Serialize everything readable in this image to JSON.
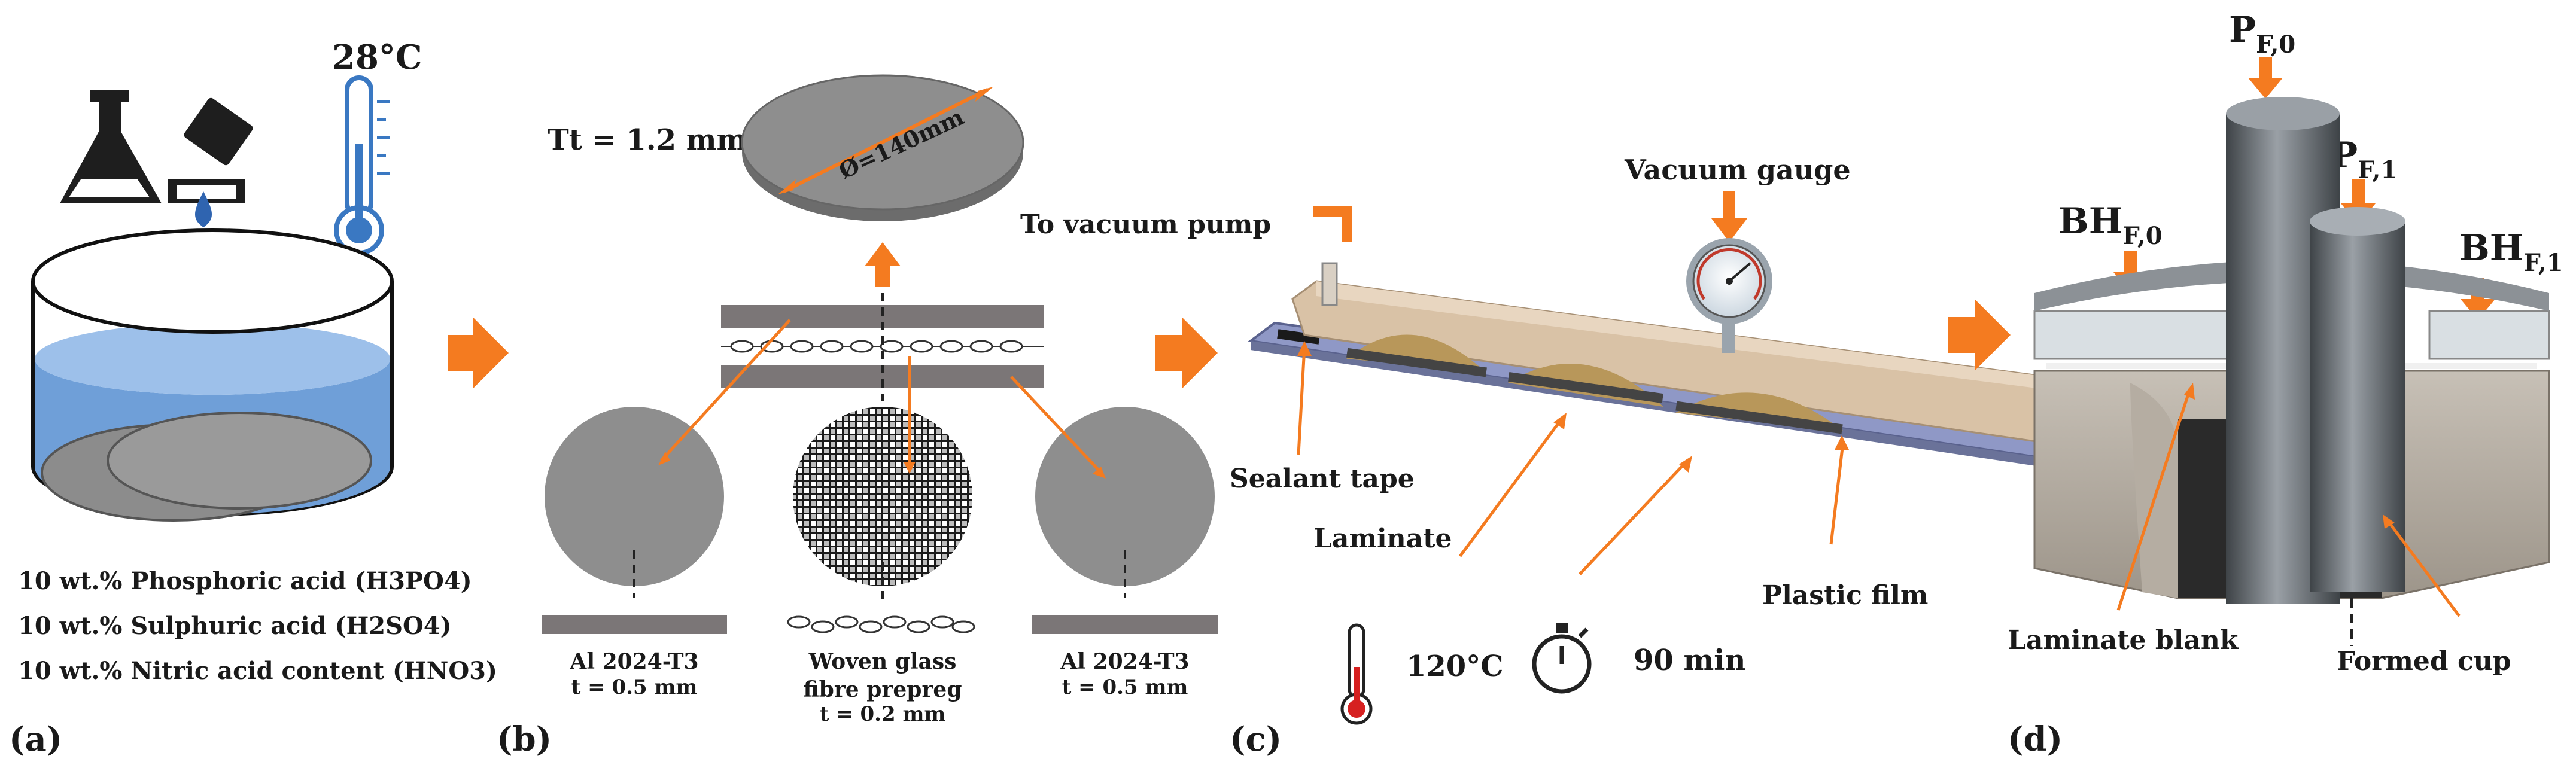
{
  "panels": {
    "a": {
      "label": "(a)",
      "temperature": "28°C",
      "acids": [
        "10 wt.% Phosphoric acid (H3PO4)",
        "10 wt.% Sulphuric acid (H2SO4)",
        "10 wt.% Nitric acid content (HNO3)"
      ]
    },
    "b": {
      "label": "(b)",
      "total_thickness": "Tt = 1.2 mm",
      "diameter": "Ø=140mm",
      "layers": [
        {
          "name": "Al 2024-T3",
          "thickness": "t = 0.5 mm"
        },
        {
          "name_line1": "Woven glass",
          "name_line2": "fibre prepreg",
          "thickness": "t = 0.2 mm"
        },
        {
          "name": "Al 2024-T3",
          "thickness": "t = 0.5 mm"
        }
      ]
    },
    "c": {
      "label": "(c)",
      "vacuum_pump": "To vacuum pump",
      "vacuum_gauge": "Vacuum gauge",
      "sealant_tape": "Sealant tape",
      "laminate": "Laminate",
      "plastic_film": "Plastic film",
      "cure_temperature": "120°C",
      "cure_time": "90 min"
    },
    "d": {
      "label": "(d)",
      "punch_force_0": {
        "main": "P",
        "sub": "F,0"
      },
      "punch_force_1": {
        "main": "P",
        "sub": "F,1"
      },
      "blank_holder_0": {
        "main": "BH",
        "sub": "F,0"
      },
      "blank_holder_1": {
        "main": "BH",
        "sub": "F,1"
      },
      "laminate_blank": "Laminate blank",
      "formed_cup": "Formed cup"
    }
  },
  "colors": {
    "arrow": "#f47b20",
    "liquid": "#6f9fd8",
    "thermo": "#3a78c2",
    "thermo_hot": "#d62020",
    "metal": "#8c8c8c",
    "bag": "#d9c2a6",
    "resin": "#b8975a",
    "plate": "#8f98c6"
  }
}
